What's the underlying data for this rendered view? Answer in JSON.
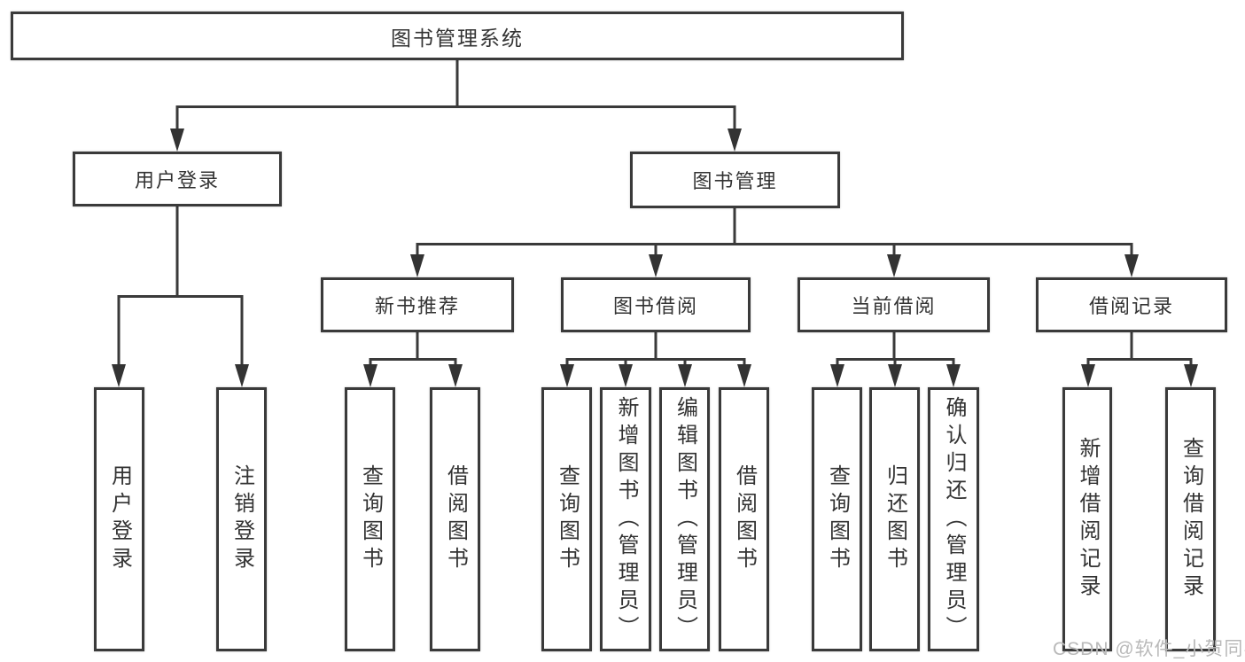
{
  "diagram": {
    "type": "hierarchy",
    "line_color": "#3a3a3a",
    "box_background": "#ffffff",
    "text_color": "#333333",
    "root": {
      "label": "图书管理系统",
      "children": [
        {
          "label": "用户登录",
          "children": [
            {
              "label": "用户登录"
            },
            {
              "label": "注销登录"
            }
          ]
        },
        {
          "label": "图书管理",
          "children": [
            {
              "label": "新书推荐",
              "children": [
                {
                  "label": "查询图书"
                },
                {
                  "label": "借阅图书"
                }
              ]
            },
            {
              "label": "图书借阅",
              "children": [
                {
                  "label": "查询图书"
                },
                {
                  "label": "新增图书（管理员）"
                },
                {
                  "label": "编辑图书（管理员）"
                },
                {
                  "label": "借阅图书"
                }
              ]
            },
            {
              "label": "当前借阅",
              "children": [
                {
                  "label": "查询图书"
                },
                {
                  "label": "归还图书"
                },
                {
                  "label": "确认归还（管理员）"
                }
              ]
            },
            {
              "label": "借阅记录",
              "children": [
                {
                  "label": "新增借阅记录"
                },
                {
                  "label": "查询借阅记录"
                }
              ]
            }
          ]
        }
      ]
    }
  },
  "watermark": {
    "text": "CSDN @软件_小贺同学",
    "color": "#b9b9b9"
  }
}
